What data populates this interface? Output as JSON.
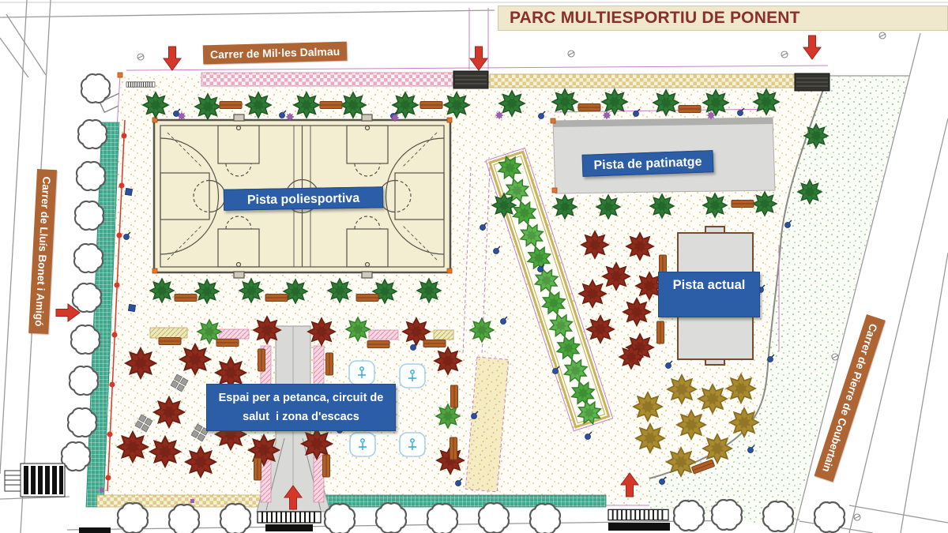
{
  "title": "PARC MULTIESPORTIU DE PONENT",
  "streets": {
    "top": "Carrer de Mil·les Dalmau",
    "left": "Carrer de Lluís Bonet i Amigó",
    "right": "Carrer de Pierre de Coubertain"
  },
  "zones": {
    "multisport_court": "Pista poliesportiva",
    "skating_rink": "Pista de patinatge",
    "current_court": "Pista actual",
    "petanca_line1": "Espai per a petanca, circuit de",
    "petanca_line2": "salut  i zona d'escacs"
  },
  "icons": {
    "entrance_arrow": "red-arrow",
    "green_tree": "green-tree",
    "red_tree": "red-tree",
    "olive_tree": "olive-tree",
    "street_tree": "outlined-street-tree",
    "bench": "park-bench",
    "bin": "blue-bin-dot",
    "fitness_station": "health-circuit-station",
    "chess_table": "chess-table",
    "crossing": "pedestrian-crossing",
    "stairs": "stairs-hatch",
    "manhole": "manhole-cover"
  },
  "colors": {
    "title_text": "#8C2E2B",
    "title_bg": "#EFE8CC",
    "street_label_bg": "#AF6433",
    "zone_label_bg": "#2B5EA7",
    "arrow_red": "#D4382A",
    "court_fill": "#F3EDD2",
    "rink_fill": "#DBDBD9",
    "grass_dot": "#85B979",
    "sand_dot": "#E8C982",
    "teal_strip": "#3FA88D",
    "pink_strip": "#ECA8C4",
    "tree_green": "#2C7A33",
    "tree_red": "#8E2A1C",
    "tree_olive": "#A98A2F",
    "pergola_outline": "#C9B45A"
  }
}
